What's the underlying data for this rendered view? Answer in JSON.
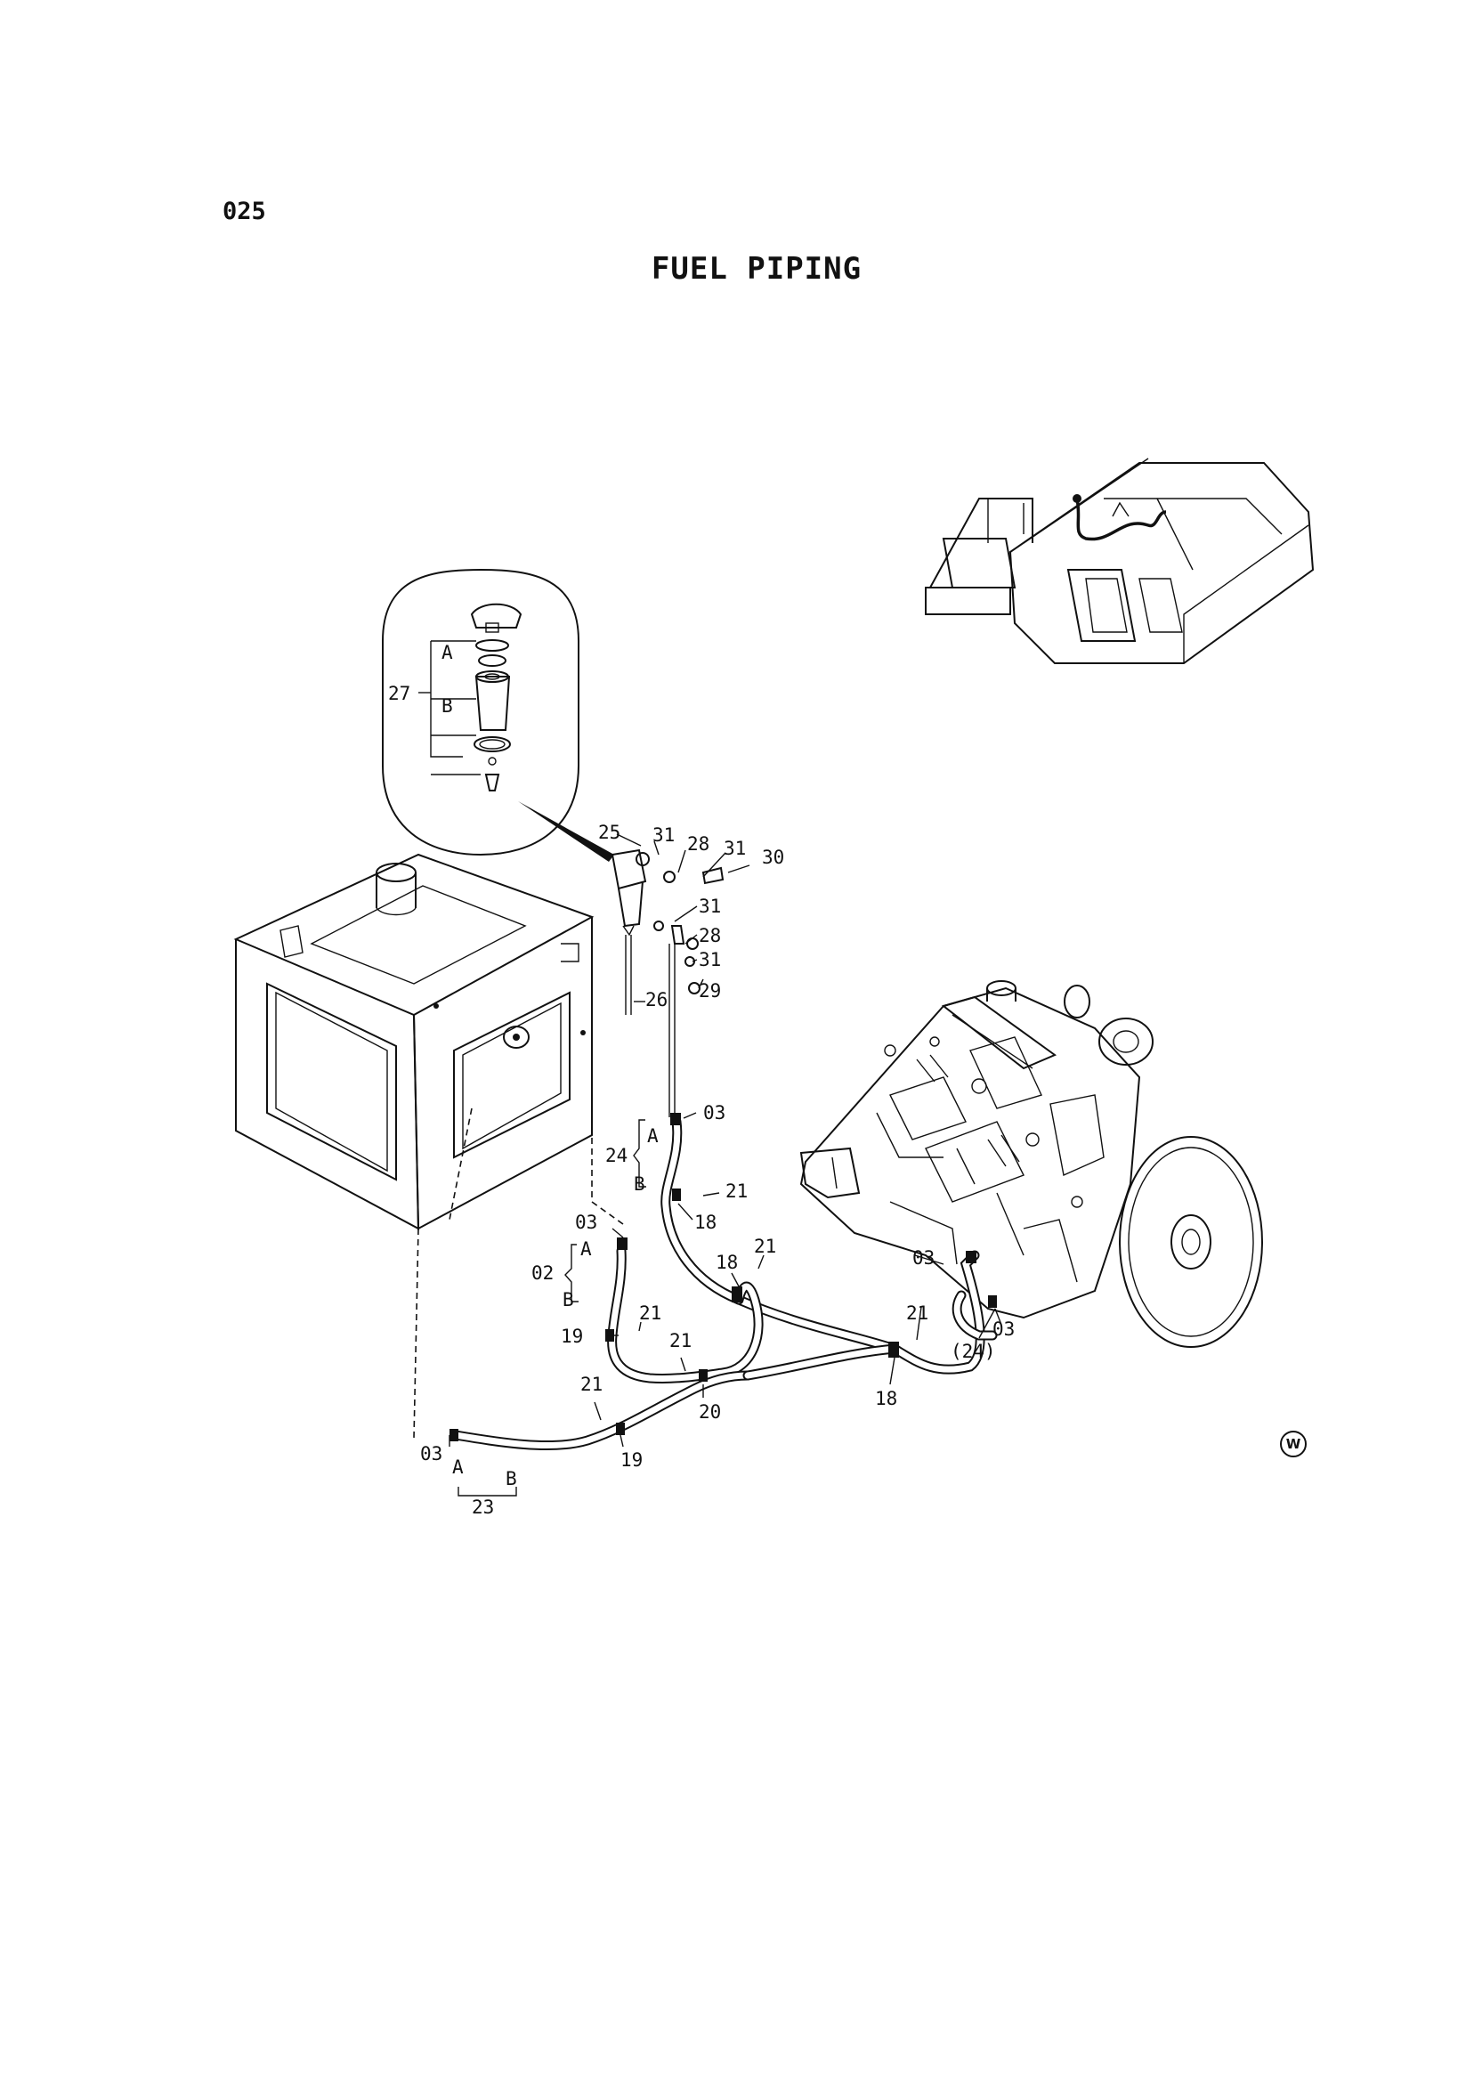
{
  "header": {
    "page_code": "025",
    "title": "FUEL PIPING"
  },
  "callouts": {
    "c25": "25",
    "c31a": "31",
    "c28a": "28",
    "c31b": "31",
    "c30": "30",
    "c31c": "31",
    "c28b": "28",
    "c31d": "31",
    "c29": "29",
    "c26": "26",
    "c27": "27",
    "cA_top": "A",
    "cB_top": "B",
    "c03a": "03",
    "c24": "24",
    "cA24": "A",
    "cB24": "B",
    "c21a": "21",
    "c18a": "18",
    "c03b": "03",
    "c02": "02",
    "cA02": "A",
    "cB02": "B",
    "c18b": "18",
    "c21b": "21",
    "c21c": "21",
    "c19a": "19",
    "c21d": "21",
    "c21e": "21",
    "c20": "20",
    "c19b": "19",
    "c03c": "03",
    "cA23": "A",
    "cB23": "B",
    "c23": "23",
    "c03d": "03",
    "c21f": "21",
    "c24p": "(24)",
    "c03e": "03",
    "c18c": "18"
  },
  "footer": {
    "watermark": "W"
  }
}
